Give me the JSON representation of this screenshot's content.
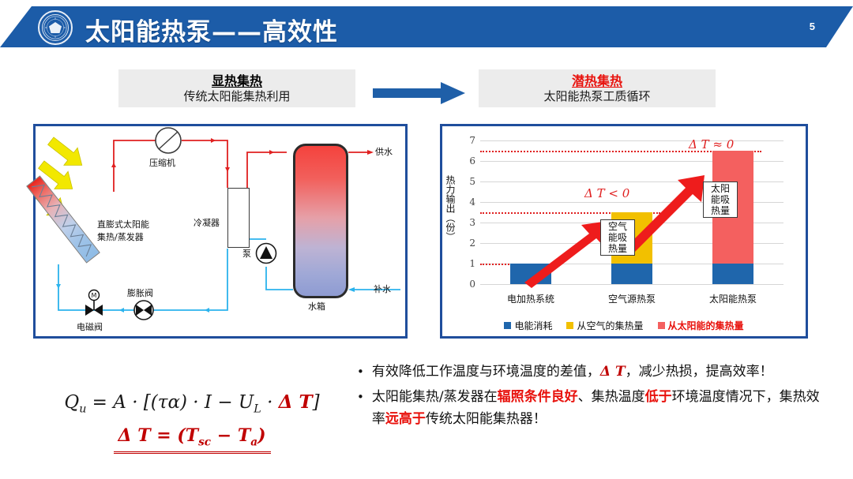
{
  "header": {
    "title": "太阳能热泵——高效性",
    "page_number": "5",
    "logo_name": "university-emblem",
    "bar_color": "#1C5CA8"
  },
  "subheads": {
    "left": {
      "title": "显热集热",
      "subtitle": "传统太阳能集热利用"
    },
    "right": {
      "title": "潜热集热",
      "subtitle": "太阳能热泵工质循环",
      "title_color": "#E8110C"
    },
    "arrow": "right-arrow",
    "arrow_color": "#1F5FA8"
  },
  "schematic": {
    "labels": {
      "compressor": "压缩机",
      "collector": "直膨式太阳能\n集热/蒸发器",
      "collector_line1": "直膨式太阳能",
      "collector_line2": "集热/蒸发器",
      "condenser": "冷凝器",
      "pump": "泵",
      "tank": "水箱",
      "supply_water": "供水",
      "makeup_water": "补水",
      "expansion_valve": "膨胀阀",
      "solenoid_valve": "电磁阀",
      "motor_mark": "M"
    },
    "colors": {
      "hot_line": "#E02020",
      "cold_line": "#2BB3ED",
      "sun_arrow": "#F2E800",
      "border": "#1F4E9C"
    }
  },
  "chart_data": {
    "type": "bar",
    "stacked": true,
    "title": "",
    "xlabel": "",
    "ylabel": "热力输出（份）",
    "ylim": [
      0,
      7
    ],
    "yticks": [
      0,
      1,
      2,
      3,
      4,
      5,
      6,
      7
    ],
    "grid": true,
    "categories": [
      "电加热系统",
      "空气源热泵",
      "太阳能热泵"
    ],
    "series": [
      {
        "name": "电能消耗",
        "color": "#1F66AC",
        "values": [
          1,
          1,
          1
        ]
      },
      {
        "name": "从空气的集热量",
        "color": "#F2C000",
        "values": [
          0,
          2.5,
          0
        ]
      },
      {
        "name": "从太阳能的集热量",
        "color": "#F4605F",
        "values": [
          0,
          0,
          5.5
        ]
      }
    ],
    "totals": [
      1,
      3.5,
      6.5
    ],
    "reference_lines": [
      1,
      3.5,
      6.5
    ],
    "reference_line_color": "#E02020",
    "bar_inner_labels": [
      {
        "category": "空气源热泵",
        "text": "空气\n能吸\n热量",
        "lines": [
          "空气",
          "能吸",
          "热量"
        ]
      },
      {
        "category": "太阳能热泵",
        "text": "太阳\n能吸\n热量",
        "lines": [
          "太阳",
          "能吸",
          "热量"
        ]
      }
    ],
    "annotations": [
      {
        "text": "Δ T < 0",
        "color": "#E02020"
      },
      {
        "text": "Δ T ≈ 0",
        "color": "#E02020"
      }
    ],
    "legend_position": "bottom",
    "legend": [
      "电能消耗",
      "从空气的集热量",
      "从太阳能的集热量"
    ]
  },
  "formula": {
    "line1_pre": "Q",
    "line1": "Qu = A · [(τα) · I − UL · Δ T]",
    "line2": "Δ T = (Tsc − Ta)",
    "color": "#C00000"
  },
  "bullets": [
    {
      "marker": "•",
      "parts": [
        {
          "text": "有效降低工作温度与环境温度的差值，",
          "style": "normal"
        },
        {
          "text": "Δ T",
          "style": "delta"
        },
        {
          "text": "，减少热损，提高效率！",
          "style": "normal"
        }
      ]
    },
    {
      "marker": "•",
      "parts": [
        {
          "text": "太阳能集热/蒸发器在",
          "style": "normal"
        },
        {
          "text": "辐照条件良好",
          "style": "highlight"
        },
        {
          "text": "、集热温度",
          "style": "normal"
        },
        {
          "text": "低于",
          "style": "highlight"
        },
        {
          "text": "环境温度情况下，集热效率",
          "style": "normal"
        },
        {
          "text": "远高于",
          "style": "highlight"
        },
        {
          "text": "传统太阳能集热器！",
          "style": "normal"
        }
      ]
    }
  ]
}
